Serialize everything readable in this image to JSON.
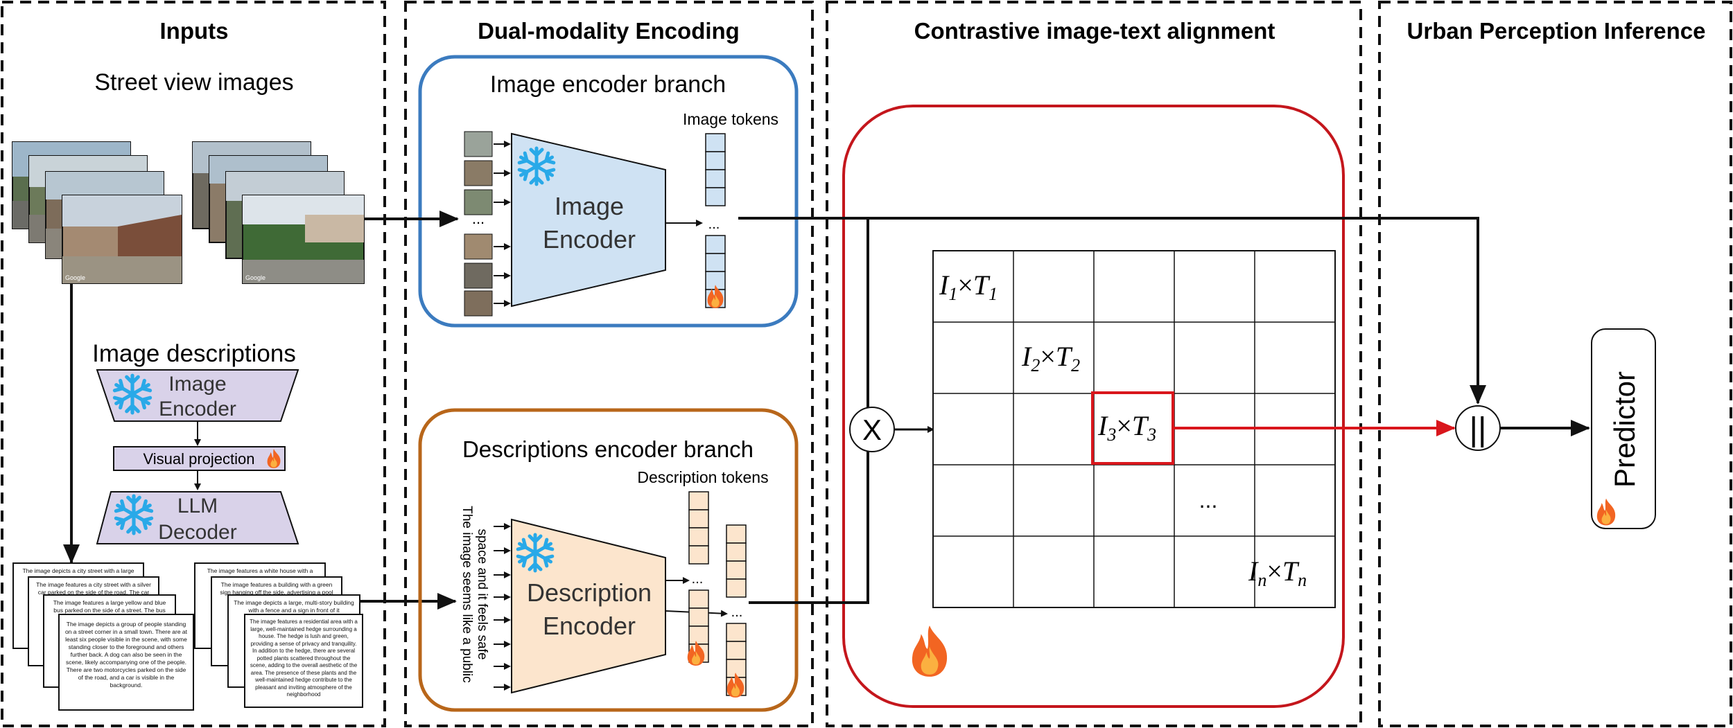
{
  "sections": {
    "inputs": "Inputs",
    "encoding": "Dual-modality Encoding",
    "alignment": "Contrastive image-text alignment",
    "inference": "Urban Perception Inference"
  },
  "inputs": {
    "street_view_title": "Street view images",
    "image_descriptions_title": "Image descriptions",
    "image_encoder_line1": "Image",
    "image_encoder_line2": "Encoder",
    "visual_projection": "Visual projection",
    "llm_line1": "LLM",
    "llm_line2": "Decoder",
    "photo_watermark": "Google",
    "docs_left": [
      "The image depicts a city street with a large",
      "The image features a city street with a silver car parked on the side of the road. The car",
      "The image features a large yellow and blue bus parked on the side of a street. The bus",
      "The image depicts a group of people standing on a street corner in a small town. There are at least six people visible in the scene, with some standing closer to the foreground and others further back. A dog can also be seen in the scene, likely accompanying one of the people. There are two motorcycles parked on the side of the road, and a car is visible in the background."
    ],
    "docs_right": [
      "The image features a white house with a",
      "The image features a building with a green sign hanging off the side, advertising a pool",
      "The image depicts a large, multi-story building with a fence and a sign in front of it",
      "The image features a residential area with a large, well-maintained hedge surrounding a house. The hedge is lush and green, providing a sense of privacy and tranquility. In addition to the hedge, there are several potted plants scattered throughout the scene, adding to the overall aesthetic of the area. The presence of these plants and the well-maintained hedge contribute to the pleasant and inviting atmosphere of the neighborhood"
    ]
  },
  "encoding": {
    "image_branch_title": "Image encoder branch",
    "image_tokens_label": "Image tokens",
    "image_encoder_line1": "Image",
    "image_encoder_line2": "Encoder",
    "desc_branch_title": "Descriptions encoder branch",
    "desc_tokens_label": "Description tokens",
    "desc_encoder_line1": "Description",
    "desc_encoder_line2": "Encoder",
    "vertical_text_line1": "The image seems like a public",
    "vertical_text_line2": "space and it feels safe",
    "ellipsis": "..."
  },
  "alignment": {
    "multiply_symbol": "X",
    "ellipsis": "...",
    "cells": [
      {
        "i": "1",
        "t": "1"
      },
      {
        "i": "2",
        "t": "2"
      },
      {
        "i": "3",
        "t": "3"
      },
      {
        "i": "n",
        "t": "n"
      }
    ]
  },
  "inference": {
    "concat_symbol": "||",
    "predictor": "Predictor"
  },
  "colors": {
    "image_branch_border": "#3b7bbf",
    "desc_branch_border": "#b8661a",
    "alignment_border": "#c4161c",
    "highlight": "#d9161c",
    "encoder_blue_fill": "#cfe2f3",
    "encoder_purple_fill": "#d9d2e9",
    "encoder_peach_fill": "#fce5cd",
    "snowflake": "#29a9e8",
    "fire_outer": "#f26522",
    "fire_inner": "#fbb040"
  },
  "icons": [
    "snowflake-icon",
    "fire-icon"
  ]
}
